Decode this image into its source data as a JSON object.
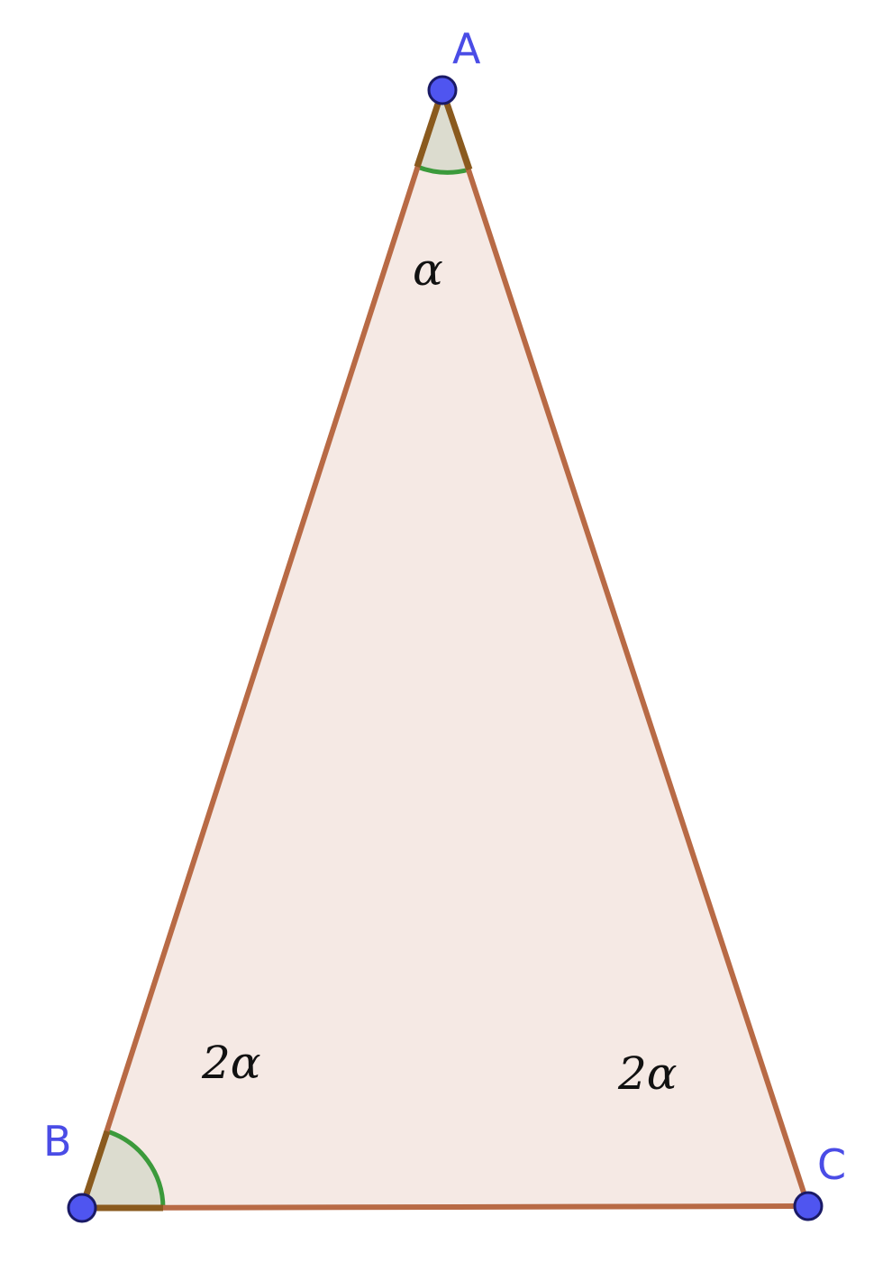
{
  "figure": {
    "points": [
      {
        "id": "A",
        "label": "A"
      },
      {
        "id": "B",
        "label": "B"
      },
      {
        "id": "C",
        "label": "C"
      }
    ],
    "angles": [
      {
        "vertex": "A",
        "label": "α"
      },
      {
        "vertex": "B",
        "label": "2α"
      },
      {
        "vertex": "C",
        "label": "2α"
      }
    ],
    "colors": {
      "fill": "#f5e9e4",
      "side": "#b86a45",
      "angle_fill": "#dcdccf",
      "angle_arc": "#3b9a3b",
      "angle_edge": "#8a5a1e",
      "point_fill": "#4f55f0",
      "point_stroke": "#1a1a66",
      "label": "#4a4ce6"
    }
  }
}
